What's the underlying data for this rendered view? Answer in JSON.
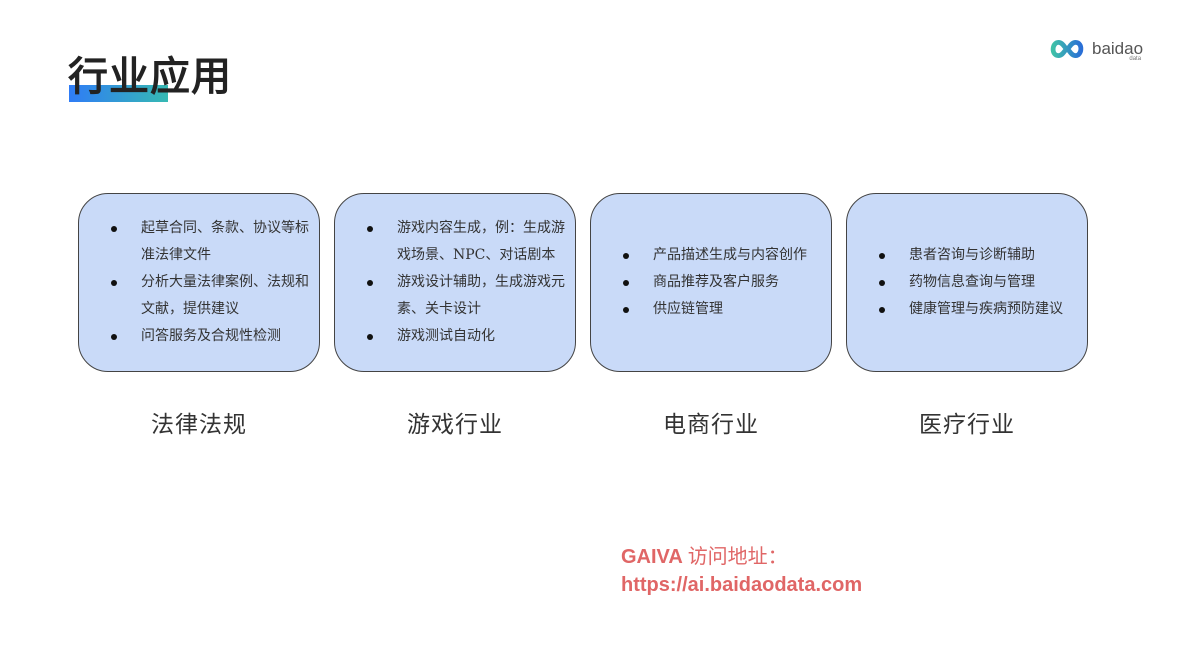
{
  "slide": {
    "title": "行业应用",
    "logo": {
      "name": "baidao",
      "sub": "data"
    }
  },
  "industries": [
    {
      "label": "法律法规",
      "items": [
        "起草合同、条款、协议等标准法律文件",
        "分析大量法律案例、法规和文献，提供建议",
        "问答服务及合规性检测"
      ]
    },
    {
      "label": "游戏行业",
      "items": [
        "游戏内容生成，例：生成游戏场景、NPC、对话剧本",
        "游戏设计辅助，生成游戏元素、关卡设计",
        "游戏测试自动化"
      ]
    },
    {
      "label": "电商行业",
      "items": [
        "产品描述生成与内容创作",
        "商品推荐及客户服务",
        "供应链管理"
      ]
    },
    {
      "label": "医疗行业",
      "items": [
        "患者咨询与诊断辅助",
        "药物信息查询与管理",
        "健康管理与疾病预防建议"
      ]
    }
  ],
  "access": {
    "prefix": "GAIVA",
    "label": "访问地址：",
    "url": "https://ai.baidaodata.com"
  },
  "colors": {
    "card_bg": "#c9daf8",
    "accent_start": "#2f7cf6",
    "accent_end": "#36b9b3",
    "link": "#e06666"
  }
}
